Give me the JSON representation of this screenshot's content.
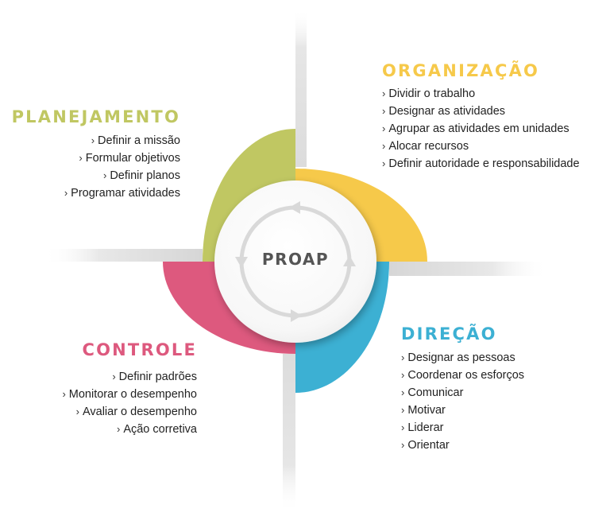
{
  "center": {
    "label": "PROAP"
  },
  "colors": {
    "planejamento": "#c0c762",
    "organizacao": "#f6c94a",
    "direcao": "#3cb0d3",
    "controle": "#dd597e",
    "center_text": "#555555",
    "arrows": "#d9d9d9",
    "body_text": "#222222"
  },
  "quadrants": {
    "planejamento": {
      "title": "PLANEJAMENTO",
      "items": [
        "Definir a missão",
        "Formular objetivos",
        "Definir planos",
        "Programar atividades"
      ]
    },
    "organizacao": {
      "title": "ORGANIZAÇÃO",
      "items": [
        "Dividir o trabalho",
        "Designar as atividades",
        "Agrupar as atividades em unidades",
        "Alocar recursos",
        "Definir autoridade e responsabilidade"
      ]
    },
    "direcao": {
      "title": "DIREÇÃO",
      "items": [
        "Designar as pessoas",
        "Coordenar os esforços",
        "Comunicar",
        "Motivar",
        "Liderar",
        "Orientar"
      ]
    },
    "controle": {
      "title": "CONTROLE",
      "items": [
        "Definir padrões",
        "Monitorar o desempenho",
        "Avaliar o desempenho",
        "Ação corretiva"
      ]
    }
  },
  "bullet_glyph": "›"
}
